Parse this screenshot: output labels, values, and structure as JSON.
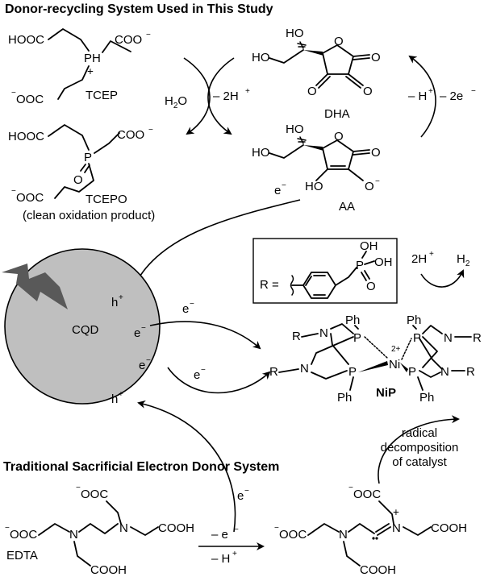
{
  "headings": {
    "donor_recycling": "Donor-recycling System Used in This Study",
    "traditional": "Traditional Sacrificial Electron Donor System"
  },
  "molecules": {
    "tcep": "TCEP",
    "tcepo": "TCEPO",
    "tcepo_note": "(clean oxidation product)",
    "dha": "DHA",
    "aa": "AA",
    "nip": "NiP",
    "edta": "EDTA"
  },
  "atoms": {
    "hooc": "HOOC",
    "ooc": "OOC",
    "coo": "COO",
    "cooh": "COOH",
    "ph_plus": "PH",
    "p": "P",
    "o": "O",
    "ho": "HO",
    "oh": "OH",
    "n": "N",
    "ph": "Ph",
    "ni": "Ni",
    "r": "R",
    "r_equals": "R ="
  },
  "reagents": {
    "water": "H",
    "water_sub": "2",
    "water_o": "O",
    "minus_2h": "– 2H",
    "minus_h": "– H",
    "minus_2e": "– 2e",
    "minus_e": "– e",
    "two_h": "2H",
    "h2": "H",
    "h2_sub": "2",
    "e_minus": "e",
    "h_plus": "h"
  },
  "charges": {
    "plus": "+",
    "minus": "−",
    "two_plus": "2+"
  },
  "cqd": {
    "label": "CQD",
    "fill_color": "#bfbfbf",
    "bolt_color": "#595959"
  },
  "annotations": {
    "radical_line1": "radical",
    "radical_line2": "decomposition",
    "radical_line3": "of catalyst"
  }
}
